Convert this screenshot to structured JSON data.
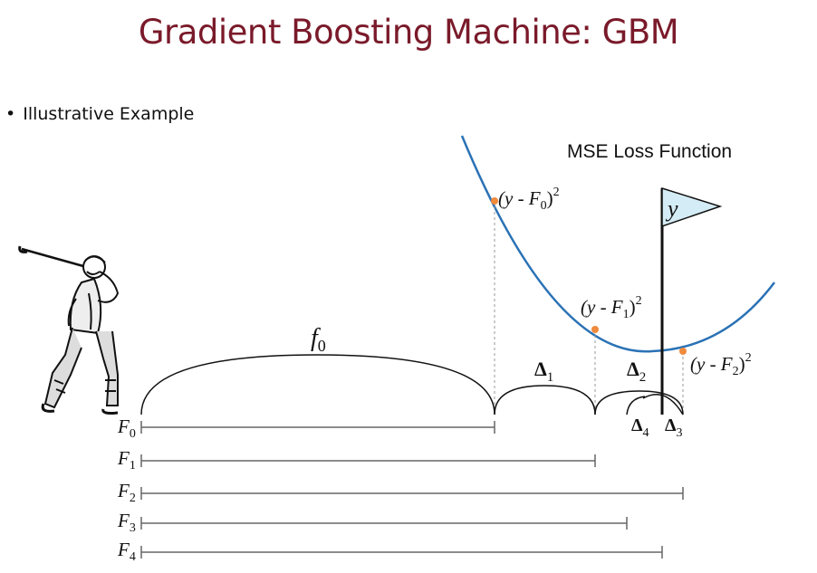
{
  "title": "Gradient Boosting Machine: GBM",
  "bullet": "Illustrative Example",
  "loss_label": "MSE Loss Function",
  "flag_label": "y",
  "loss_points": [
    {
      "id": "p0",
      "base": "(y - F",
      "sub": "0",
      "tail": ")",
      "sup": "2"
    },
    {
      "id": "p1",
      "base": "(y - F",
      "sub": "1",
      "tail": ")",
      "sup": "2"
    },
    {
      "id": "p2",
      "base": "(y - F",
      "sub": "2",
      "tail": ")",
      "sup": "2"
    }
  ],
  "arcs": [
    {
      "id": "f0",
      "base": "f",
      "sub": "0"
    },
    {
      "id": "d1",
      "base": "Δ",
      "sub": "1"
    },
    {
      "id": "d2",
      "base": "Δ",
      "sub": "2"
    },
    {
      "id": "d3",
      "base": "Δ",
      "sub": "3"
    },
    {
      "id": "d4",
      "base": "Δ",
      "sub": "4"
    }
  ],
  "rows": [
    {
      "id": "F0",
      "base": "F",
      "sub": "0"
    },
    {
      "id": "F1",
      "base": "F",
      "sub": "1"
    },
    {
      "id": "F2",
      "base": "F",
      "sub": "2"
    },
    {
      "id": "F3",
      "base": "F",
      "sub": "3"
    },
    {
      "id": "F4",
      "base": "F",
      "sub": "4"
    }
  ],
  "colors": {
    "title": "#7a1a2a",
    "curve": "#2a72b5",
    "point": "#f08a3c",
    "flag": "#d4ecf5",
    "axis": "#666666"
  }
}
